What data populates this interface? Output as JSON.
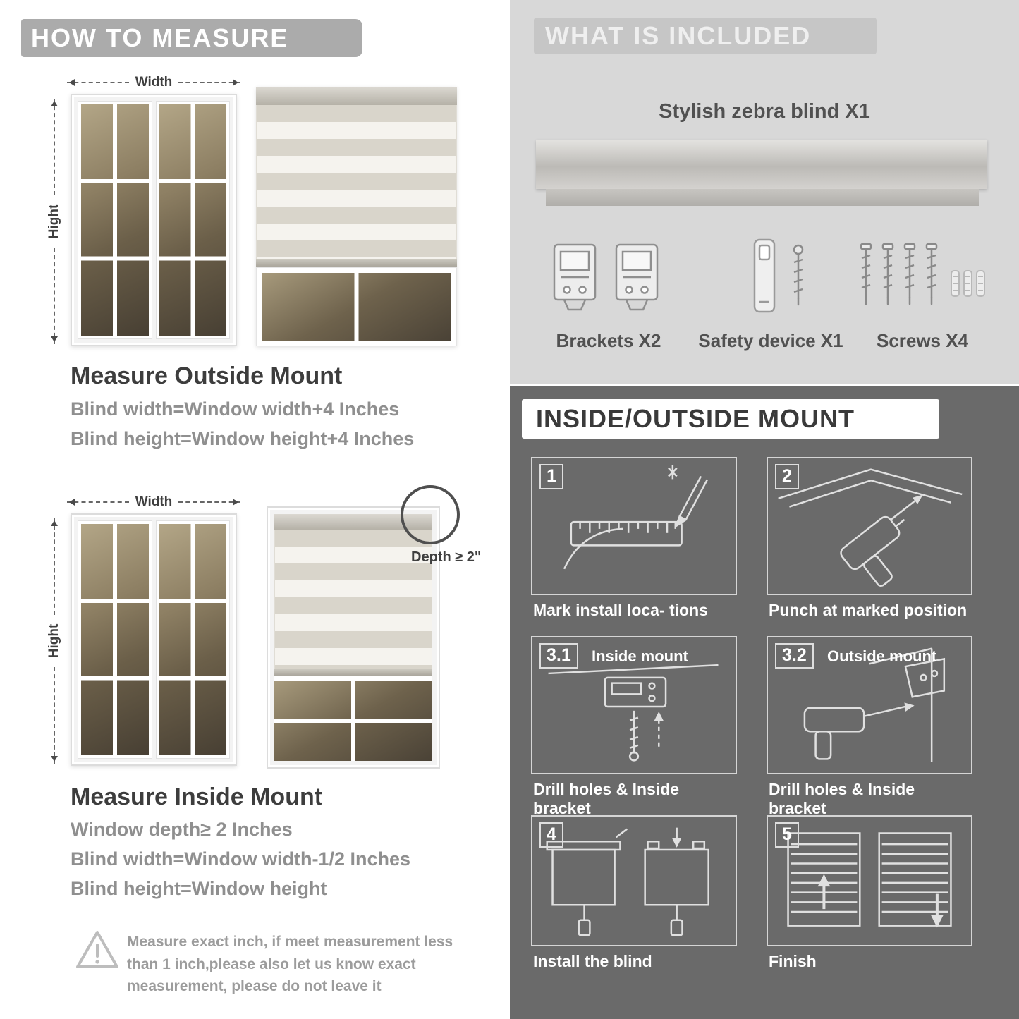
{
  "measure": {
    "header": "HOW TO MEASURE",
    "outside": {
      "width_label": "Width",
      "height_label": "Hight",
      "title": "Measure Outside Mount",
      "lines": [
        "Blind width=Window width+4 Inches",
        "Blind height=Window height+4 Inches"
      ]
    },
    "inside": {
      "width_label": "Width",
      "height_label": "Hight",
      "depth_label": "Depth ≥ 2\"",
      "title": "Measure Inside Mount",
      "lines": [
        "Window depth≥ 2 Inches",
        "Blind width=Window width-1/2 Inches",
        "Blind height=Window height"
      ]
    },
    "note_lines": [
      "Measure exact inch, if meet measurement less",
      "than 1 inch,please also let us know exact",
      "measurement, please do not leave it"
    ]
  },
  "included": {
    "header": "WHAT IS INCLUDED",
    "item_title": "Stylish zebra blind X1",
    "parts": [
      {
        "label": "Brackets X2"
      },
      {
        "label": "Safety device X1"
      },
      {
        "label": "Screws X4"
      }
    ]
  },
  "mount": {
    "header": "INSIDE/OUTSIDE MOUNT",
    "steps": [
      {
        "num": "1",
        "caption": "Mark install loca- tions"
      },
      {
        "num": "2",
        "caption": "Punch at  marked position"
      },
      {
        "num": "3.1",
        "title": "Inside mount",
        "caption": "Drill holes &  Inside bracket"
      },
      {
        "num": "3.2",
        "title": "Outside mount",
        "caption": "Drill holes &  Inside bracket"
      },
      {
        "num": "4",
        "caption": "Install the blind"
      },
      {
        "num": "5",
        "caption": "Finish"
      }
    ]
  },
  "colors": {
    "header_gray": "#ababab",
    "panel_light": "#d8d8d8",
    "panel_dark": "#6a6a6a",
    "text_dark": "#3d3d3d",
    "text_gray": "#8f8f8f"
  }
}
